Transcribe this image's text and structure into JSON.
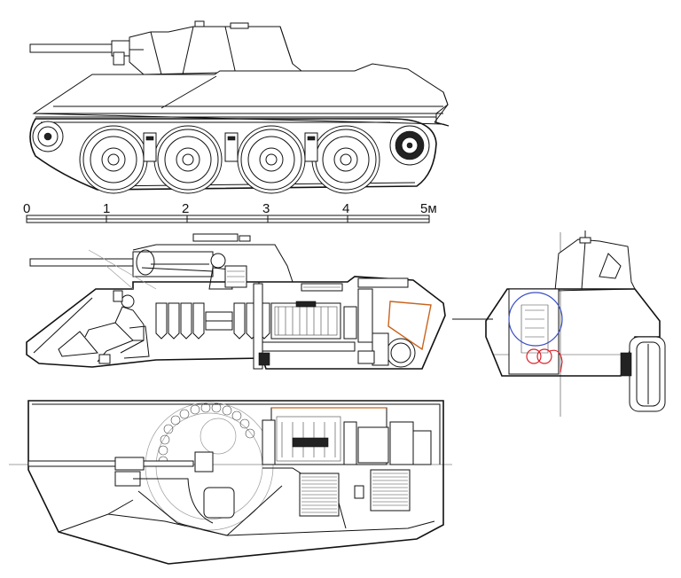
{
  "scale_bar": {
    "labels": [
      "0",
      "1",
      "2",
      "3",
      "4",
      "5м"
    ]
  },
  "views": [
    {
      "name": "side-exterior-view"
    },
    {
      "name": "side-cutaway-view"
    },
    {
      "name": "front-section-view"
    },
    {
      "name": "top-plan-view"
    }
  ],
  "colors": {
    "line": "#111111",
    "accent_blue": "#3a4fc4",
    "accent_red": "#d8242c",
    "accent_orange": "#c8641e",
    "grey": "#9a9a9a"
  }
}
